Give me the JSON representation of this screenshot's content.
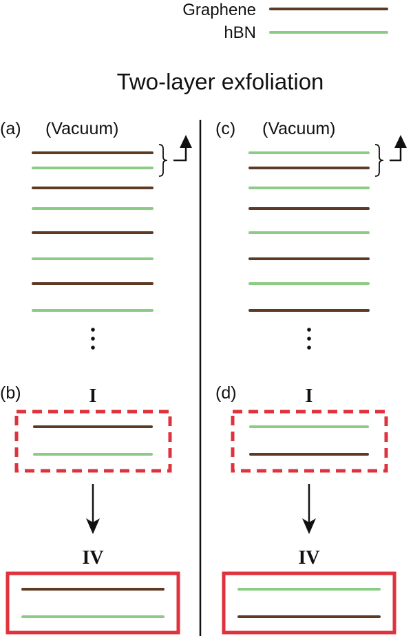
{
  "legend": {
    "items": [
      {
        "label": "Graphene",
        "color": "#5c3a24"
      },
      {
        "label": "hBN",
        "color": "#8ccb85"
      }
    ]
  },
  "title": "Two-layer exfoliation",
  "colors": {
    "graphene": "#5c3a24",
    "hbn": "#8ccb85",
    "box": "#e0323c",
    "ink": "#111111"
  },
  "panels": {
    "a": {
      "label": "(a)",
      "medium": "(Vacuum)",
      "stack": [
        "graphene",
        "hbn",
        "graphene",
        "hbn",
        "graphene",
        "hbn",
        "graphene",
        "hbn"
      ],
      "continuation": "ellipsis"
    },
    "b": {
      "label": "(b)",
      "step_from": "I",
      "step_to": "IV",
      "from_layers": [
        "graphene",
        "hbn"
      ],
      "to_layers": [
        "graphene",
        "hbn"
      ]
    },
    "c": {
      "label": "(c)",
      "medium": "(Vacuum)",
      "stack": [
        "hbn",
        "graphene",
        "hbn",
        "graphene",
        "hbn",
        "graphene",
        "hbn",
        "graphene"
      ],
      "continuation": "ellipsis"
    },
    "d": {
      "label": "(d)",
      "step_from": "I",
      "step_to": "IV",
      "from_layers": [
        "hbn",
        "graphene"
      ],
      "to_layers": [
        "hbn",
        "graphene"
      ]
    }
  }
}
